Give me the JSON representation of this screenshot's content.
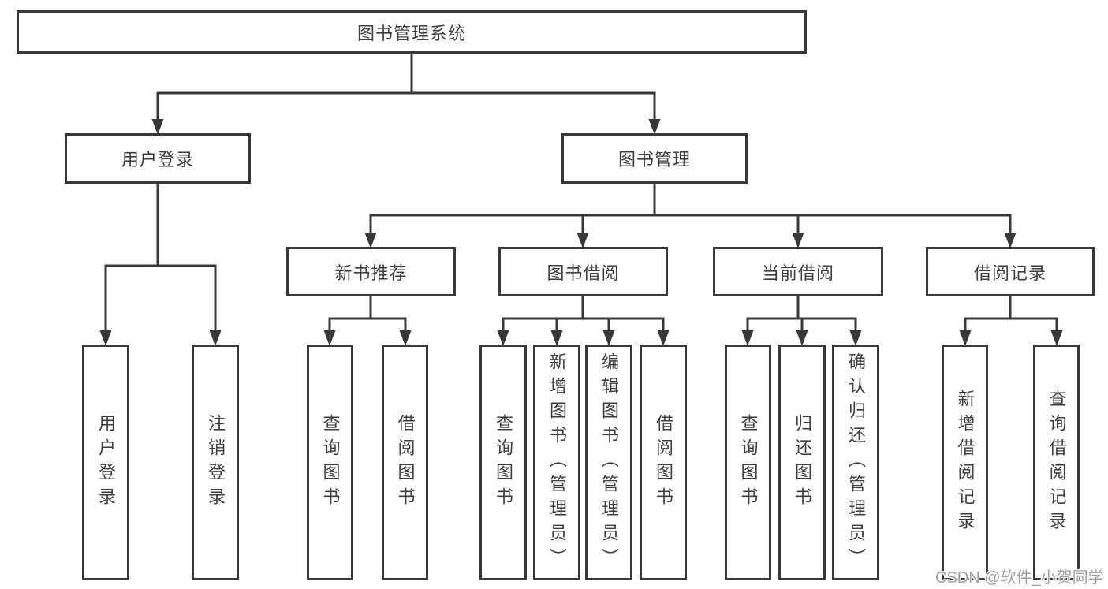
{
  "colors": {
    "background": "#ffffff",
    "line": "#383838",
    "box_border": "#383838",
    "box_fill": "#ffffff",
    "text": "#3d3d3d",
    "watermark": "#a0a0a0"
  },
  "tree": {
    "root": {
      "label": "图书管理系统",
      "children": [
        {
          "label": "用户登录",
          "children": [
            {
              "label": "用户登录"
            },
            {
              "label": "注销登录"
            }
          ]
        },
        {
          "label": "图书管理",
          "children": [
            {
              "label": "新书推荐",
              "children": [
                {
                  "label": "查询图书"
                },
                {
                  "label": "借阅图书"
                }
              ]
            },
            {
              "label": "图书借阅",
              "children": [
                {
                  "label": "查询图书"
                },
                {
                  "label": "新增图书（管理员）"
                },
                {
                  "label": "编辑图书（管理员）"
                },
                {
                  "label": "借阅图书"
                }
              ]
            },
            {
              "label": "当前借阅",
              "children": [
                {
                  "label": "查询图书"
                },
                {
                  "label": "归还图书"
                },
                {
                  "label": "确认归还（管理员）"
                }
              ]
            },
            {
              "label": "借阅记录",
              "children": [
                {
                  "label": "新增借阅记录"
                },
                {
                  "label": "查询借阅记录"
                }
              ]
            }
          ]
        }
      ]
    }
  },
  "watermark": {
    "text": "CSDN @软件_小贺同学"
  }
}
